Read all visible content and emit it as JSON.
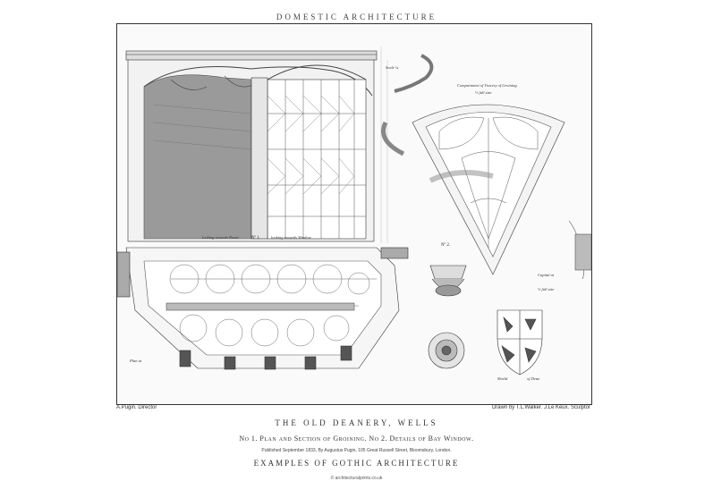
{
  "header": {
    "running_title": "DOMESTIC ARCHITECTURE"
  },
  "plate": {
    "labels": {
      "looking_room": "looking towards Room",
      "looking_window": "looking towards Window",
      "fig1_marker": "Nº 1.",
      "fig2_marker": "Nº 2.",
      "compartment": "Compartment of Tracery of Groining.",
      "compartment_scale": "½ full size.",
      "scale_note": "Scale ¼",
      "capital_note": "Capital at",
      "capital_scale": "½ full size",
      "plan_label": "Plan at",
      "shield_left": "Shield",
      "shield_right": "of Dean"
    }
  },
  "credits": {
    "left": "A.Pugin. Director",
    "right": "Drawn by T.L.Walker. J.Le Keux. Sculptor"
  },
  "footer": {
    "title": "THE OLD DEANERY, WELLS",
    "subtitle": "No 1. Plan and Section of Groining. No 2. Details of Bay Window.",
    "published": "Published September 1833, By Augustus Pugin, 105 Great Russell Street, Bloomsbury, London.",
    "series": "EXAMPLES OF GOTHIC ARCHITECTURE",
    "website": "© architecturalprints.co.uk"
  }
}
